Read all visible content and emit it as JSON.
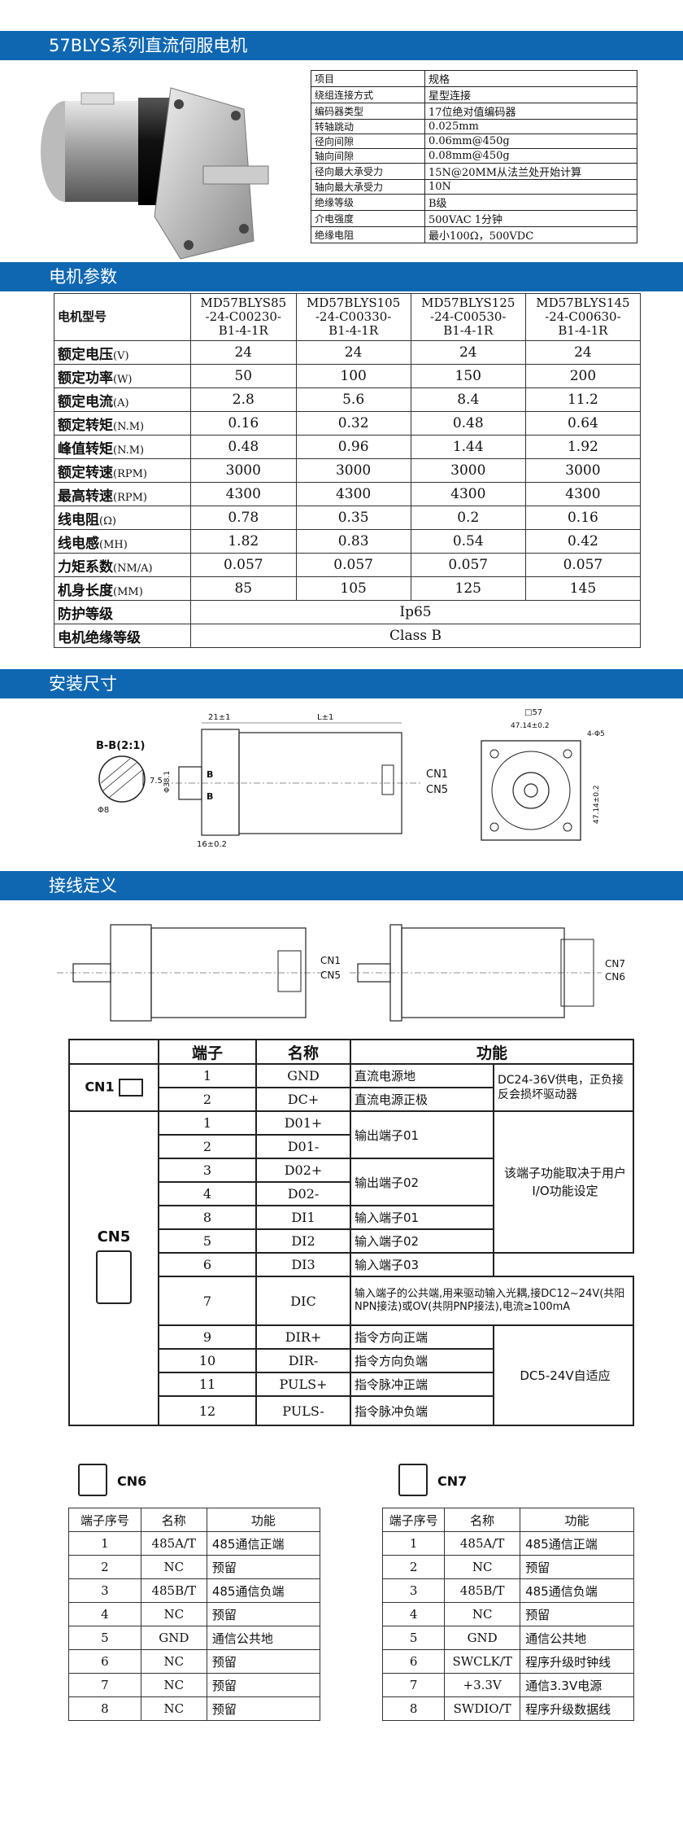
{
  "title": "57BLYS系列直流伺服电机",
  "spec_header": {
    "item": "项目",
    "value": "规格"
  },
  "spec": [
    {
      "k": "绕组连接方式",
      "v": "星型连接"
    },
    {
      "k": "编码器类型",
      "v": "17位绝对值编码器"
    },
    {
      "k": "转轴跳动",
      "v": "0.025mm"
    },
    {
      "k": "径向间隙",
      "v": "0.06mm@450g"
    },
    {
      "k": "轴向间隙",
      "v": "0.08mm@450g"
    },
    {
      "k": "径向最大承受力",
      "v": "15N@20MM从法兰处开始计算"
    },
    {
      "k": "轴向最大承受力",
      "v": "10N"
    },
    {
      "k": "绝缘等级",
      "v": "B级"
    },
    {
      "k": "介电强度",
      "v": "500VAC 1分钟"
    },
    {
      "k": "绝缘电阻",
      "v": "最小100Ω，500VDC"
    }
  ],
  "sections": {
    "params": "电机参数",
    "install": "安装尺寸",
    "wiring": "接线定义"
  },
  "params": {
    "model_label": "电机型号",
    "models": [
      [
        "MD57BLYS85",
        "-24-C00230-",
        "B1-4-1R"
      ],
      [
        "MD57BLYS105",
        "-24-C00330-",
        "B1-4-1R"
      ],
      [
        "MD57BLYS125",
        "-24-C00530-",
        "B1-4-1R"
      ],
      [
        "MD57BLYS145",
        "-24-C00630-",
        "B1-4-1R"
      ]
    ],
    "rows": [
      {
        "label": "额定电压",
        "unit": "(V)",
        "values": [
          "24",
          "24",
          "24",
          "24"
        ]
      },
      {
        "label": "额定功率",
        "unit": "(W)",
        "values": [
          "50",
          "100",
          "150",
          "200"
        ]
      },
      {
        "label": "额定电流",
        "unit": "(A)",
        "values": [
          "2.8",
          "5.6",
          "8.4",
          "11.2"
        ]
      },
      {
        "label": "额定转矩",
        "unit": "(N.M)",
        "values": [
          "0.16",
          "0.32",
          "0.48",
          "0.64"
        ]
      },
      {
        "label": "峰值转矩",
        "unit": "(N.M)",
        "values": [
          "0.48",
          "0.96",
          "1.44",
          "1.92"
        ]
      },
      {
        "label": "额定转速",
        "unit": "(RPM)",
        "values": [
          "3000",
          "3000",
          "3000",
          "3000"
        ]
      },
      {
        "label": "最高转速",
        "unit": "(RPM)",
        "values": [
          "4300",
          "4300",
          "4300",
          "4300"
        ]
      },
      {
        "label": "线电阻",
        "unit": "(Ω)",
        "values": [
          "0.78",
          "0.35",
          "0.2",
          "0.16"
        ]
      },
      {
        "label": "线电感",
        "unit": "(MH)",
        "values": [
          "1.82",
          "0.83",
          "0.54",
          "0.42"
        ]
      },
      {
        "label": "力矩系数",
        "unit": "(NM/A)",
        "values": [
          "0.057",
          "0.057",
          "0.057",
          "0.057"
        ]
      },
      {
        "label": "机身长度",
        "unit": "(MM)",
        "values": [
          "85",
          "105",
          "125",
          "145"
        ]
      }
    ],
    "protection": {
      "label": "防护等级",
      "value": "Ip65"
    },
    "insulation": {
      "label": "电机绝缘等级",
      "value": "Class B"
    }
  },
  "drawing": {
    "section": "B-B(2:1)",
    "dim_21": "21±1",
    "dim_L": "L±1",
    "dim_16": "16±0.2",
    "dim_38": "Φ38.1",
    "dim_75": "7.5",
    "dim_8": "Φ8",
    "dim_57": "□57",
    "dim_47": "47.14±0.2",
    "dim_hole": "4-Φ5",
    "cn1": "CN1",
    "cn5": "CN5",
    "cn7": "CN7",
    "cn6": "CN6",
    "b": "B"
  },
  "wiring": {
    "headers": [
      "端子",
      "名称",
      "功能"
    ],
    "cn1": "CN1",
    "cn5": "CN5",
    "rows": [
      {
        "n": "1",
        "name": "GND",
        "fn": "直流电源地"
      },
      {
        "n": "2",
        "name": "DC+",
        "fn": "直流电源正极"
      },
      {
        "n": "1",
        "name": "D01+",
        "fn": "输出端子01"
      },
      {
        "n": "2",
        "name": "D01-",
        "fn": ""
      },
      {
        "n": "3",
        "name": "D02+",
        "fn": "输出端子02"
      },
      {
        "n": "4",
        "name": "D02-",
        "fn": ""
      },
      {
        "n": "8",
        "name": "DI1",
        "fn": "输入端子01"
      },
      {
        "n": "5",
        "name": "DI2",
        "fn": "输入端子02"
      },
      {
        "n": "6",
        "name": "DI3",
        "fn": "输入端子03"
      },
      {
        "n": "7",
        "name": "DIC",
        "fn": "输入端子的公共端,用来驱动输入光耦,接DC12~24V(共阳NPN接法)或OV(共阴PNP接法),电流≥100mA"
      },
      {
        "n": "9",
        "name": "DIR+",
        "fn": "指令方向正端"
      },
      {
        "n": "10",
        "name": "DIR-",
        "fn": "指令方向负端"
      },
      {
        "n": "11",
        "name": "PULS+",
        "fn": "指令脉冲正端"
      },
      {
        "n": "12",
        "name": "PULS-",
        "fn": "指令脉冲负端"
      }
    ],
    "note_power": "DC24-36V供电，正负接反会损坏驱动器",
    "note_io": "该端子功能取决于用户I/O功能设定",
    "note_pulse": "DC5-24V自适应"
  },
  "cn6": {
    "title": "CN6",
    "headers": [
      "端子序号",
      "名称",
      "功能"
    ],
    "rows": [
      [
        "1",
        "485A/T",
        "485通信正端"
      ],
      [
        "2",
        "NC",
        "预留"
      ],
      [
        "3",
        "485B/T",
        "485通信负端"
      ],
      [
        "4",
        "NC",
        "预留"
      ],
      [
        "5",
        "GND",
        "通信公共地"
      ],
      [
        "6",
        "NC",
        "预留"
      ],
      [
        "7",
        "NC",
        "预留"
      ],
      [
        "8",
        "NC",
        "预留"
      ]
    ]
  },
  "cn7": {
    "title": "CN7",
    "headers": [
      "端子序号",
      "名称",
      "功能"
    ],
    "rows": [
      [
        "1",
        "485A/T",
        "485通信正端"
      ],
      [
        "2",
        "NC",
        "预留"
      ],
      [
        "3",
        "485B/T",
        "485通信负端"
      ],
      [
        "4",
        "NC",
        "预留"
      ],
      [
        "5",
        "GND",
        "通信公共地"
      ],
      [
        "6",
        "SWCLK/T",
        "程序升级时钟线"
      ],
      [
        "7",
        "+3.3V",
        "通信3.3V电源"
      ],
      [
        "8",
        "SWDIO/T",
        "程序升级数据线"
      ]
    ]
  }
}
